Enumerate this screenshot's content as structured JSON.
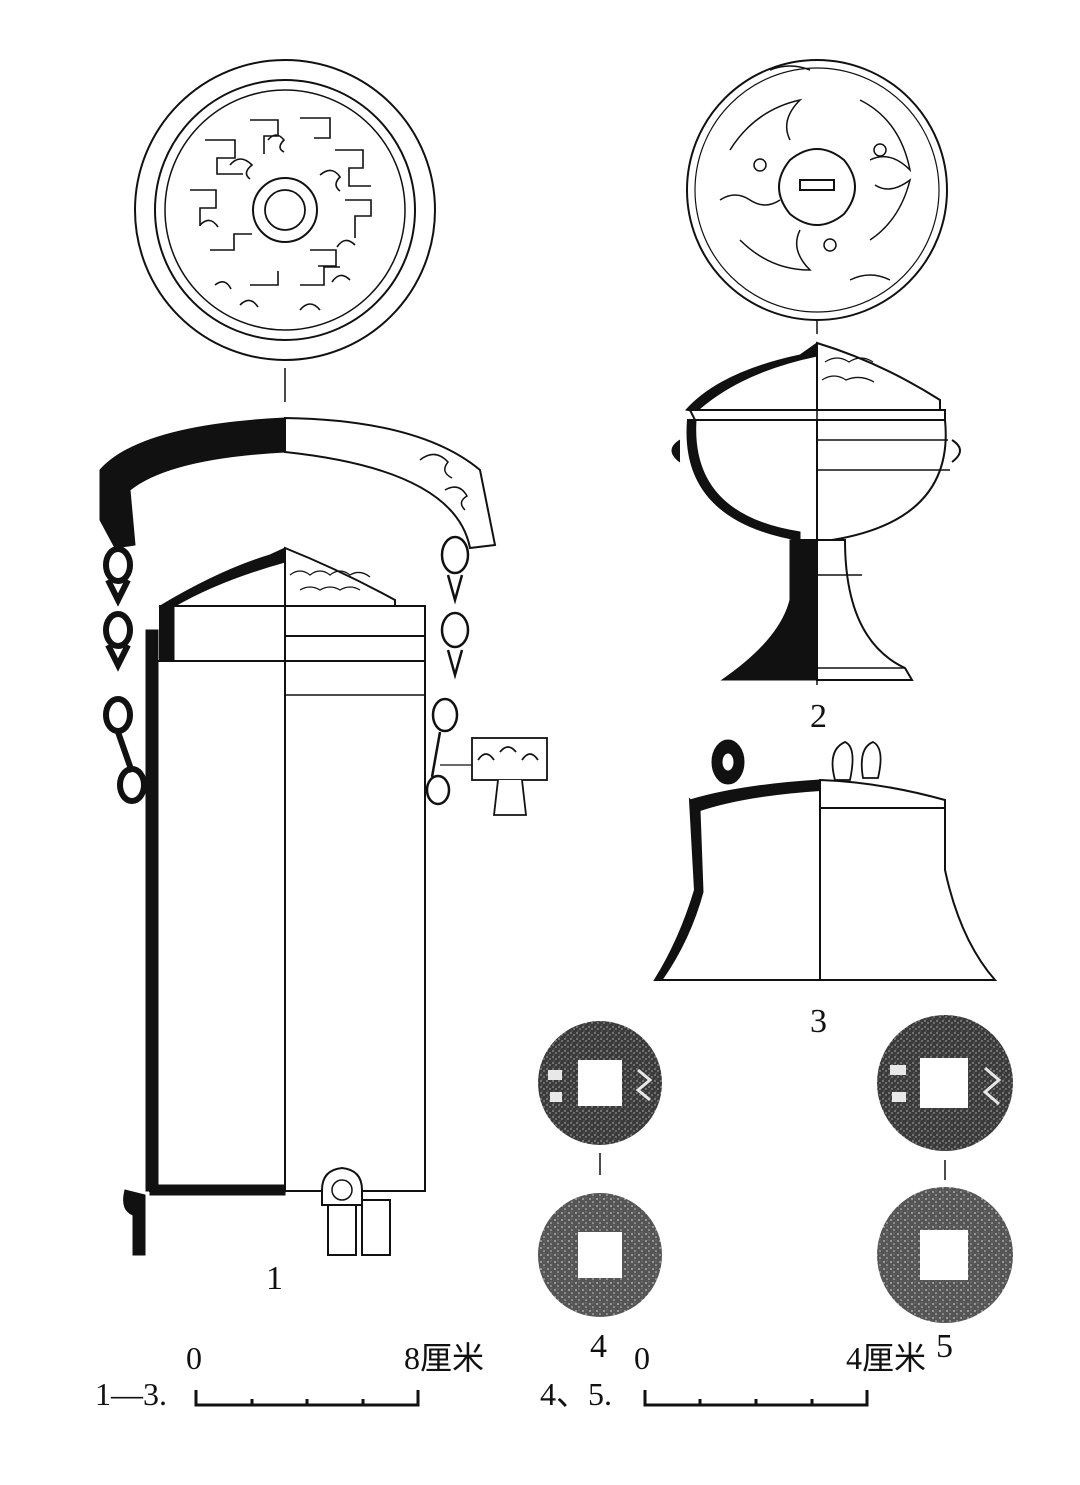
{
  "figures": [
    {
      "id": "1",
      "label": "1"
    },
    {
      "id": "2",
      "label": "2"
    },
    {
      "id": "3",
      "label": "3"
    },
    {
      "id": "4",
      "label": "4"
    },
    {
      "id": "5",
      "label": "5"
    }
  ],
  "scale_bars": [
    {
      "group": "1—3.",
      "start": "0",
      "end": "8厘米"
    },
    {
      "group": "4、5.",
      "start": "0",
      "end": "4厘米"
    }
  ]
}
